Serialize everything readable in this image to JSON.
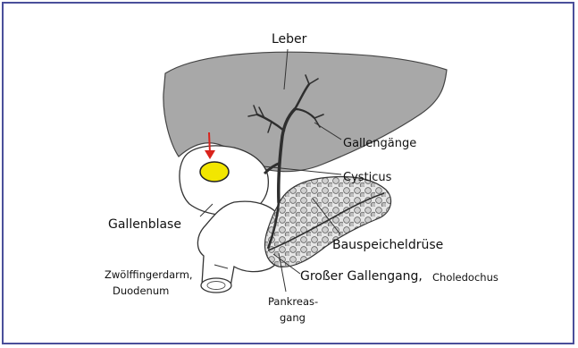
{
  "diagram": {
    "labels": {
      "leber": "Leber",
      "gallengaenge": "Gallengänge",
      "cysticus": "Cysticus",
      "gallenblase": "Gallenblase",
      "bauspeicheldruese": "Bauspeicheldrüse",
      "zwoelffingerdarm_line1": "Zwölffingerdarm,",
      "zwoelffingerdarm_line2": "Duodenum",
      "grosser_gallengang": "Großer Gallengang,",
      "choledochus": "Choledochus",
      "pankreasgang_line1": "Pankreas-",
      "pankreasgang_line2": "gang"
    },
    "colors": {
      "frame_border": "#4a4f9a",
      "liver_fill": "#a8a8a8",
      "gallstone_fill": "#f2e600",
      "arrow": "#d9231c",
      "outline": "#333333"
    }
  }
}
